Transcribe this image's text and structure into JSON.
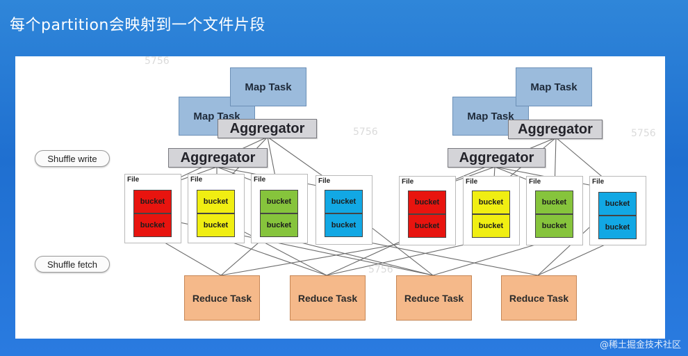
{
  "title": "每个partition会映射到一个文件片段",
  "labels": {
    "shuffle_write": "Shuffle write",
    "shuffle_fetch": "Shuffle fetch"
  },
  "map_task_label": "Map Task",
  "aggregator_label": "Aggregator",
  "file_label": "File",
  "bucket_label": "bucket",
  "reduce_task_label": "Reduce Task",
  "bucket_colors": [
    "#e8140f",
    "#f0ee12",
    "#86c43c",
    "#12a8e4"
  ],
  "watermark": {
    "mark": "5756",
    "brand": "@稀土掘金技术社区"
  }
}
